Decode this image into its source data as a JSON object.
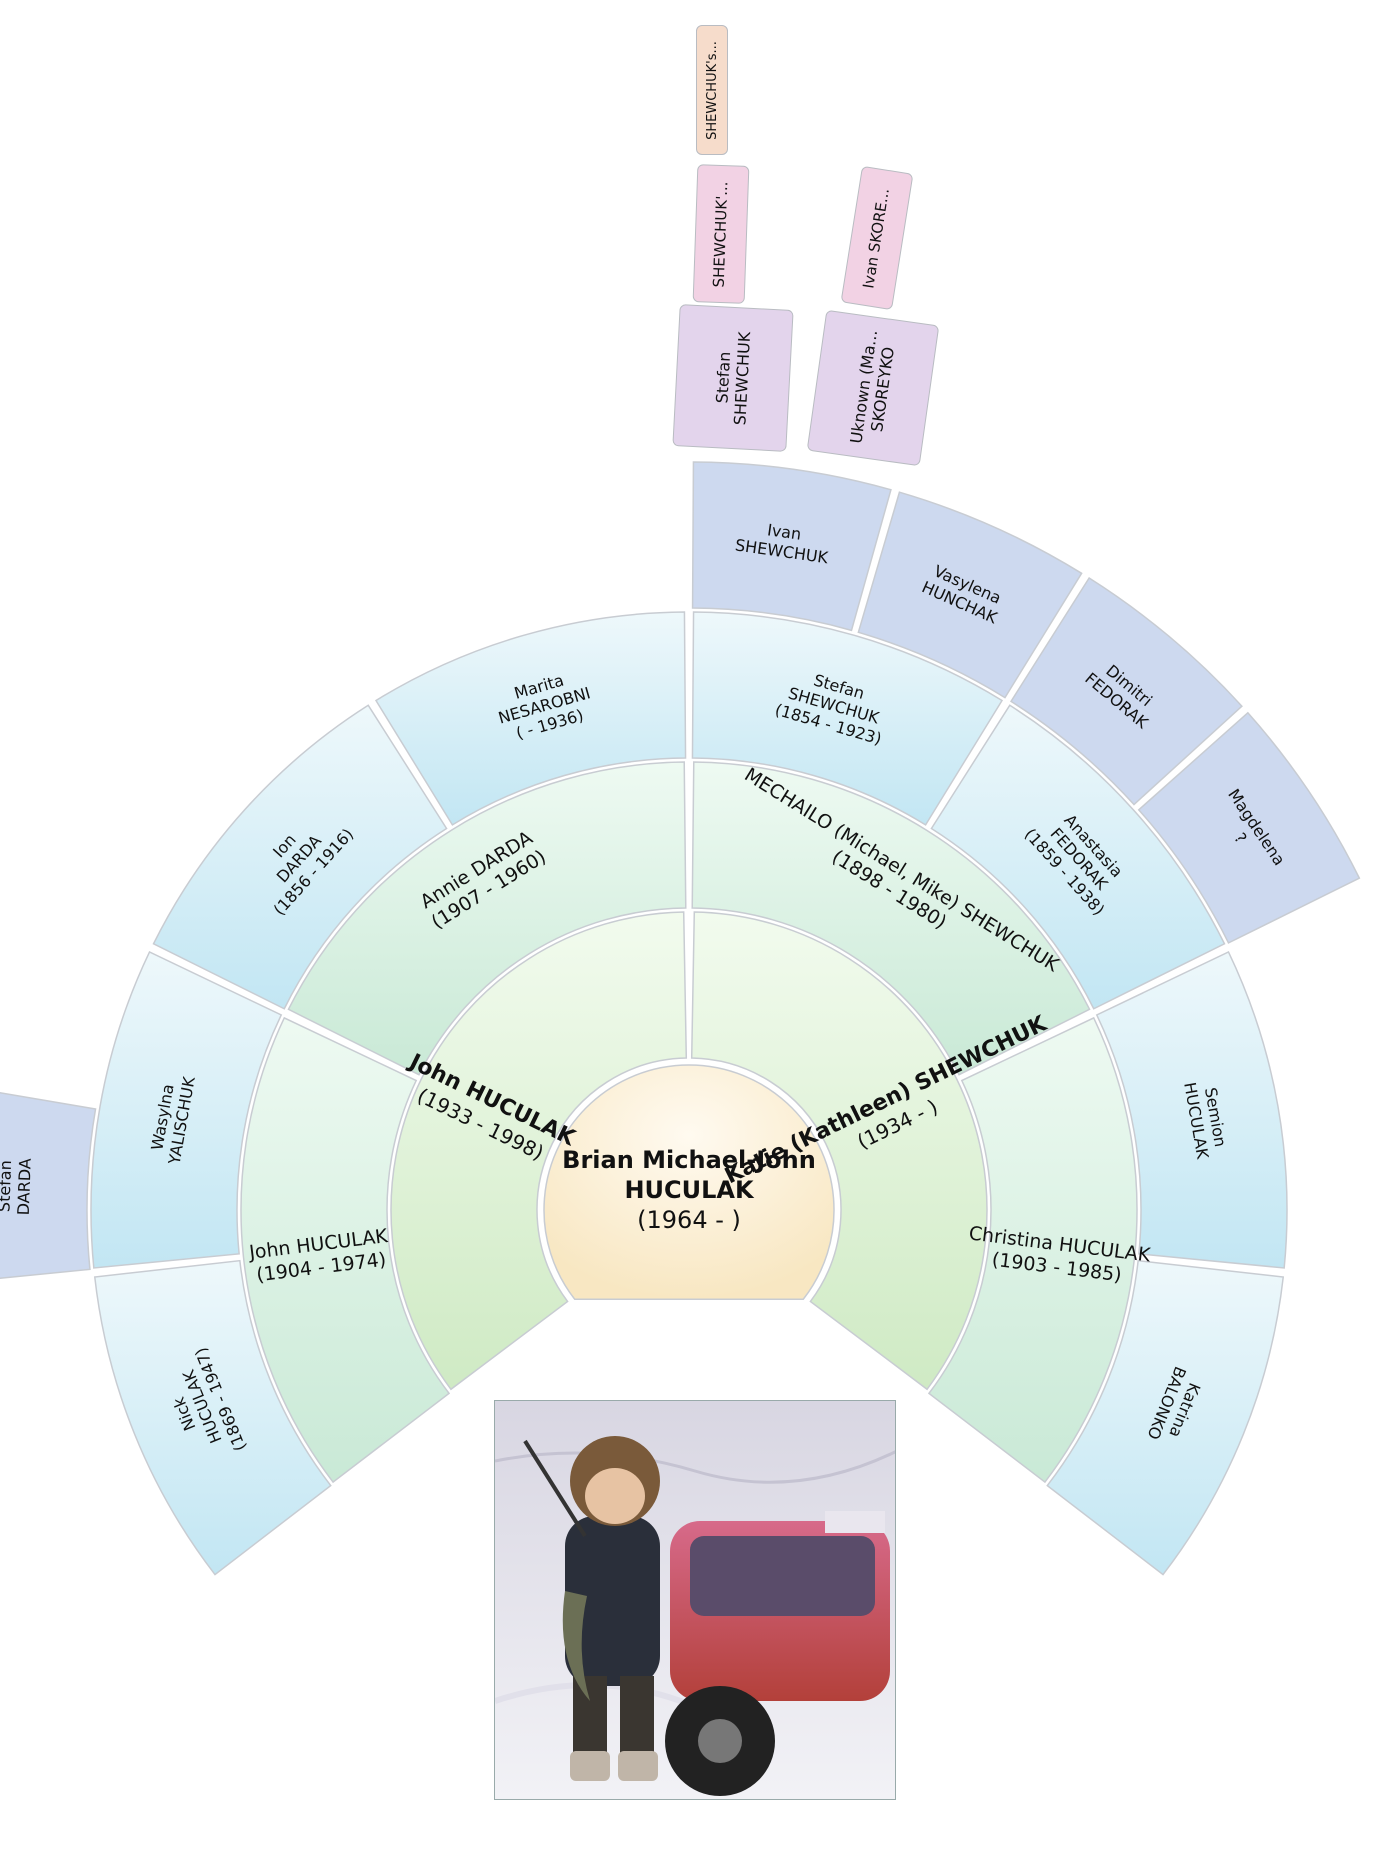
{
  "root": {
    "line1": "Brian Michael-John",
    "line2": "HUCULAK",
    "line3": "(1964 - )"
  },
  "parents": {
    "father": {
      "name": "John HUCULAK",
      "dates": "(1933 - 1998)"
    },
    "mother": {
      "name": "Katie (Kathleen) SHEWCHUK",
      "dates": "(1934 - )"
    }
  },
  "grandparents": {
    "paternal_grandfather": {
      "name": "John HUCULAK",
      "dates": "(1904 - 1974)"
    },
    "paternal_grandmother": {
      "name": "Annie DARDA",
      "dates": "(1907 - 1960)"
    },
    "maternal_grandfather": {
      "name": "MECHAILO (Michael, Mike) SHEWCHUK",
      "dates": "(1898 - 1980)"
    },
    "maternal_grandmother": {
      "name": "Christina HUCULAK",
      "dates": "(1903 - 1985)"
    }
  },
  "great_grandparents": [
    {
      "l1": "Nick",
      "l2": "HUCULAK",
      "l3": "(1869 - 1947)"
    },
    {
      "l1": "Wasylna",
      "l2": "YALISCHUK",
      "l3": ""
    },
    {
      "l1": "Ion",
      "l2": "DARDA",
      "l3": "(1856 - 1916)"
    },
    {
      "l1": "Marita",
      "l2": "NESAROBNI",
      "l3": "( - 1936)"
    },
    {
      "l1": "Stefan",
      "l2": "SHEWCHUK",
      "l3": "(1854 - 1923)"
    },
    {
      "l1": "Anastasia",
      "l2": "FEDORAK",
      "l3": "(1859 - 1938)"
    },
    {
      "l1": "Semion",
      "l2": "HUCULAK",
      "l3": ""
    },
    {
      "l1": "Katrina",
      "l2": "BALONKO",
      "l3": ""
    }
  ],
  "gen4": [
    {
      "l1": "Stefan",
      "l2": "DARDA"
    },
    {
      "l1": "Ivan",
      "l2": "SHEWCHUK"
    },
    {
      "l1": "Vasylena",
      "l2": "HUNCHAK"
    },
    {
      "l1": "Dimitri",
      "l2": "FEDORAK"
    },
    {
      "l1": "Magdelena",
      "l2": "?"
    }
  ],
  "gen5": [
    {
      "l1": "Stefan",
      "l2": "SHEWCHUK"
    },
    {
      "l1": "Uknown (Ma...",
      "l2": "SKOREYKO"
    }
  ],
  "gen6": [
    {
      "l1": "SHEWCHUK'..."
    },
    {
      "l1": "Ivan SKORE..."
    }
  ],
  "gen7": [
    {
      "l1": "SHEWCHUK's..."
    }
  ],
  "colors": {
    "root": "#faefd6",
    "parents": "#dff2d6",
    "grandparents": "#d8f0e2",
    "great_grandparents": "#d4eef6",
    "gen4": "#cdd9ef",
    "gen5": "#e3d4ec",
    "gen6": "#f2d2e4",
    "gen7": "#f6dccb"
  }
}
